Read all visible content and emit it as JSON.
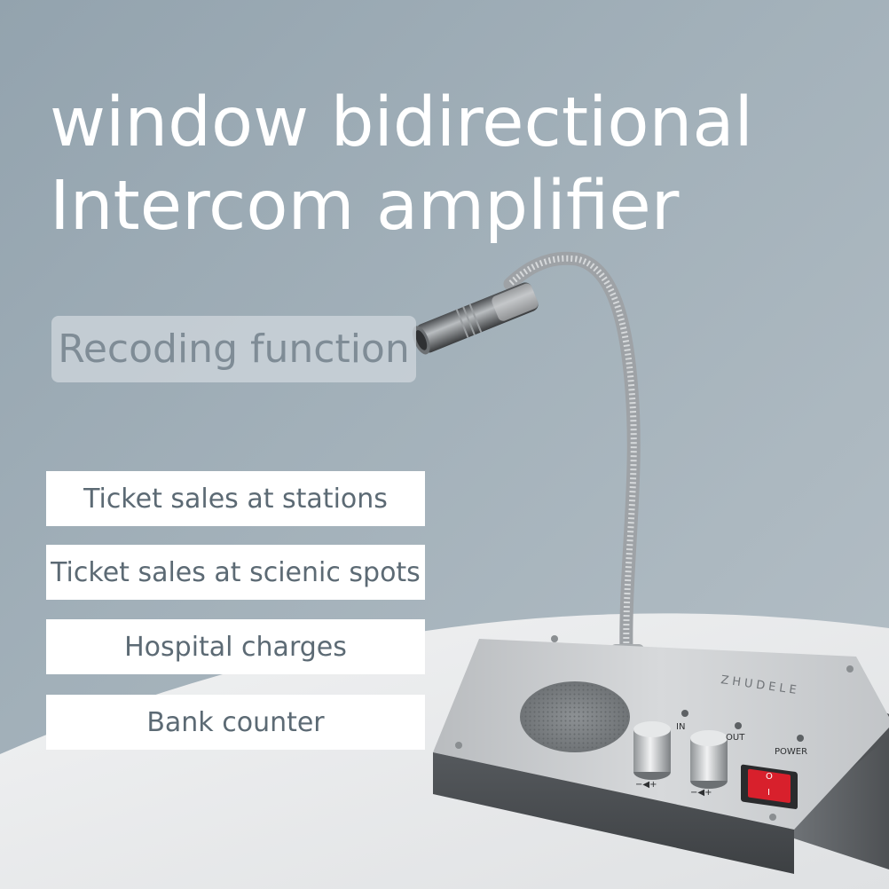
{
  "headline": {
    "line1": "window bidirectional",
    "line2": "Intercom amplifier"
  },
  "feature": {
    "label": "Recoding function"
  },
  "uses": [
    "Ticket sales at stations",
    "Ticket sales at scienic spots",
    "Hospital charges",
    "Bank counter"
  ],
  "device": {
    "brand": "ZHUDELE",
    "in_label": "IN",
    "out_label": "OUT",
    "power_label": "POWER",
    "volume_mark": "−◀+",
    "switch_off": "O",
    "switch_on": "I"
  },
  "colors": {
    "background": "#9eacb6",
    "switch_red": "#d8202c",
    "panel_silver": "#c9cdd0"
  }
}
